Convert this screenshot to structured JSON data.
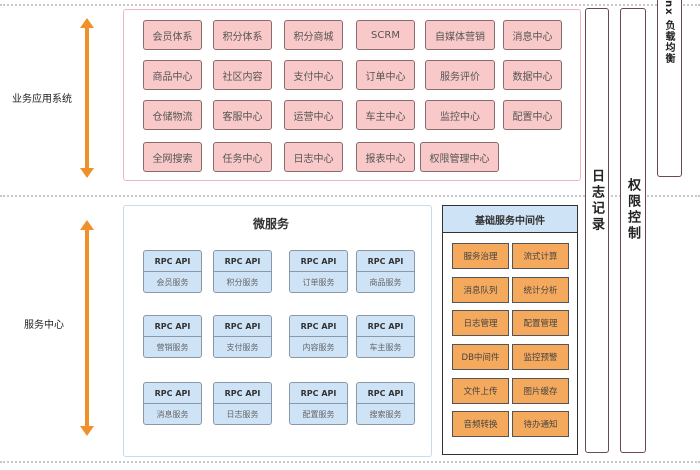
{
  "labels": {
    "business": "业务应用系统",
    "service": "服务中心"
  },
  "business_systems": [
    [
      "会员体系",
      "积分体系",
      "积分商城",
      "SCRM",
      "自媒体营销",
      "消息中心"
    ],
    [
      "商品中心",
      "社区内容",
      "支付中心",
      "订单中心",
      "服务评价",
      "数据中心"
    ],
    [
      "仓储物流",
      "客服中心",
      "运营中心",
      "车主中心",
      "监控中心",
      "配置中心"
    ],
    [
      "全网搜索",
      "任务中心",
      "日志中心",
      "报表中心",
      "权限管理中心"
    ]
  ],
  "microservices": {
    "title": "微服务",
    "api_label": "RPC API",
    "items": [
      [
        "会员服务",
        "积分服务",
        "订单服务",
        "商品服务"
      ],
      [
        "营销服务",
        "支付服务",
        "内容服务",
        "车主服务"
      ],
      [
        "消息服务",
        "日志服务",
        "配置服务",
        "搜索服务"
      ]
    ]
  },
  "middleware": {
    "title": "基础服务中间件",
    "items": [
      [
        "服务治理",
        "流式计算"
      ],
      [
        "消息队列",
        "统计分析"
      ],
      [
        "日志管理",
        "配置管理"
      ],
      [
        "DB中间件",
        "监控预警"
      ],
      [
        "文件上传",
        "图片缓存"
      ],
      [
        "音频转换",
        "待办通知"
      ]
    ]
  },
  "side": {
    "logging": "日志记录",
    "permission": "权限控制",
    "load_balance": "nx 负载均衡"
  },
  "colors": {
    "business": "#f9c9c9",
    "microservice": "#cfe3f7",
    "middleware": "#f5a95c",
    "arrow": "#f0902a"
  }
}
